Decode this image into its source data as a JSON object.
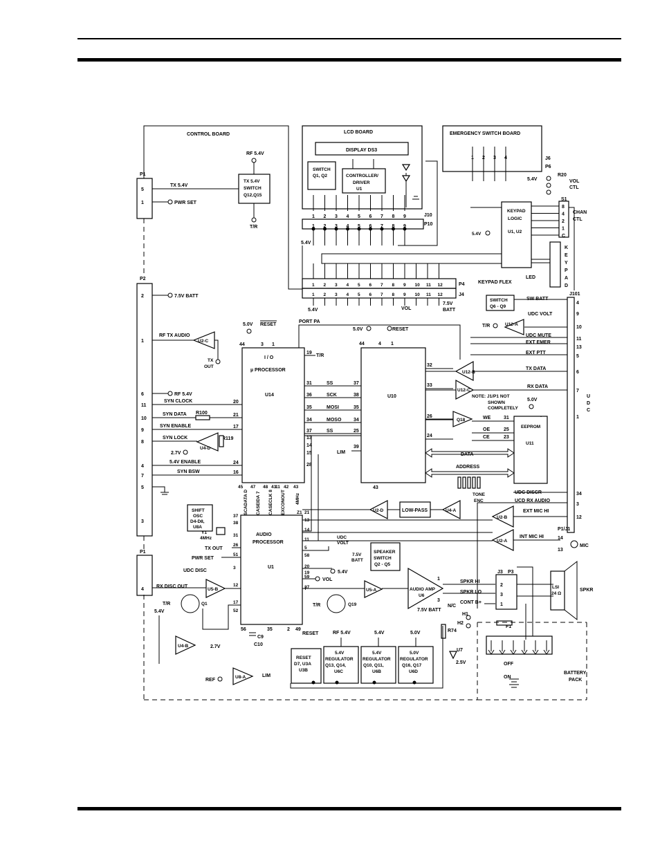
{
  "sections": {
    "control_board": "CONTROL BOARD",
    "lcd_board": "LCD BOARD",
    "emergency_switch_board": "EMERGENCY SWITCH BOARD",
    "keypad_flex": "KEYPAD FLEX",
    "battery_pack": "BATTERY PACK",
    "note": "NOTE: J1/P1 NOT SHOWN COMPLETELY"
  },
  "blocks": {
    "display": "DISPLAY DS3",
    "switch_q1q2": [
      "SWITCH",
      "Q1, Q2"
    ],
    "controller": [
      "CONTROLLER/",
      "DRIVER",
      "U1"
    ],
    "tx_switch": [
      "TX 5.4V",
      "SWITCH",
      "Q12,Q15"
    ],
    "keypad_logic": [
      "KEYPAD",
      "LOGIC",
      "U1, U2"
    ],
    "keypad_vert": [
      "K",
      "E",
      "Y",
      "P",
      "A",
      "D"
    ],
    "switch_q6q9": [
      "SWITCH",
      "Q6 - Q9"
    ],
    "u14_io": "I / O",
    "u14_name": "µ PROCESSOR",
    "u14_ref": "U14",
    "u10_ref": "U10",
    "eeprom": [
      "EEPROM",
      "U11"
    ],
    "audio_proc": [
      "AUDIO",
      "PROCESSOR",
      "U1"
    ],
    "shift_osc": [
      "SHIFT",
      "OSC",
      "D4-D8,",
      "U8A"
    ],
    "low_pass": "LOW-PASS",
    "speaker_switch": [
      "SPEAKER",
      "SWITCH",
      "Q2 - Q5"
    ],
    "audio_amp": [
      "AUDIO AMP",
      "U6"
    ],
    "reset_block": [
      "RESET",
      "D7, U3A",
      "U3B"
    ],
    "reg_a": [
      "5.4V",
      "REGULATOR",
      "Q13, Q14,",
      "U6C"
    ],
    "reg_b": [
      "5.4V",
      "REGULATOR",
      "Q10, Q11,",
      "U6B"
    ],
    "reg_c": [
      "5.0V",
      "REGULATOR",
      "Q16, Q17",
      "U6D"
    ],
    "speaker": [
      "LSI",
      "24 Ω"
    ],
    "speaker_label": "SPKR",
    "mic_label": "MIC",
    "udc_vert": [
      "U",
      "D",
      "C"
    ]
  },
  "connectors": {
    "p1": "P1",
    "p2": "P2",
    "p1b": "P1",
    "j10": "J10",
    "p10": "P10",
    "j6": "J6",
    "p6": "P6",
    "r20": "R20",
    "s1": "S1",
    "p4": "P4",
    "j4": "J4",
    "j101": "J101",
    "j3": "J3",
    "p3": "P3",
    "p1j1": "P1/J1",
    "h1": "H1",
    "h2": "H2",
    "f1": "F1",
    "r74": "R74",
    "u7": "U7",
    "off": "OFF",
    "on": "ON"
  },
  "opamps": {
    "u2c": "U2-C",
    "u4d": "U4-D",
    "u5b": "U5-B",
    "u4b": "U4-B",
    "u8a": "U8-A",
    "u12a": "U12-A",
    "u12b": "U12-B",
    "u12c": "U12-C",
    "u2d": "U2-D",
    "u4a": "U4-A",
    "u2b": "U2-B",
    "u2a": "U2-A",
    "u5a": "U5-A",
    "q18": "Q18",
    "q1": "Q1",
    "q19": "Q19"
  },
  "signals": {
    "rf54": "RF 5.4V",
    "tx54": "TX 5.4V",
    "pwr_set": "PWR SET",
    "tr": "T/R",
    "batt75": "7.5V BATT",
    "rf_tx_audio": "RF TX AUDIO",
    "tx_out": [
      "TX",
      "OUT"
    ],
    "syn_clock": "SYN CLOCK",
    "syn_data": "SYN DATA",
    "r100": "R100",
    "syn_enable": "SYN ENABLE",
    "syn_lock": "SYN LOCK",
    "r119": "R119",
    "v27": "2.7V",
    "enable54": "5.4V ENABLE",
    "syn_bsw": "SYN BSW",
    "y1": [
      "Y1",
      "4MHz"
    ],
    "tx_out2": "TX OUT",
    "pwr_set2": "PWR SET",
    "udc_disc": "UDC DISC",
    "rx_disc_out": "RX DISC OUT",
    "v54": "5.4V",
    "v27b": "2.7V",
    "ref": "REF",
    "lim": "LIM",
    "c9": "C9",
    "c10": "C10",
    "reset": "RESET",
    "v50": "5.0V",
    "port_pa": "PORT PA",
    "ss": "SS",
    "sck": "SCK",
    "mosi": "MOSI",
    "moso": "MOSO",
    "ss2": "SS",
    "lim2": "LIM",
    "we": "WE",
    "oe": "OE",
    "ce": "CE",
    "data": "DATA",
    "address": "ADDRESS",
    "tone_enc": [
      "TONE",
      "ENC"
    ],
    "vol": "VOL",
    "vol2": "VOL",
    "chan_ctl": [
      "CHAN",
      "CTL"
    ],
    "vol_ctl": [
      "VOL",
      "CTL"
    ],
    "led": "LED",
    "sw_batt": "SW BATT",
    "udc_volt": "UDC VOLT",
    "udc_mute": "UDC MUTE",
    "ext_emer": "EXT EMER",
    "ext_ptt": "EXT PTT",
    "tx_data": "TX DATA",
    "rx_data": "RX DATA",
    "udc_discr": "UDC DISCR",
    "ucd_rx_audio": "UCD RX AUDIO",
    "ext_mic_hi": "EXT MIC HI",
    "int_mic_hi": "INT MIC HI",
    "spkr_hi": "SPKR HI",
    "spkr_lo": "SPKR LO",
    "cont_b": "CONT B+",
    "nc": "N/C",
    "udc_volt2": [
      "UDC",
      "VOLT"
    ],
    "batt75b": [
      "7.5V",
      "BATT"
    ],
    "v25": "2.5V",
    "v54b": "5.4V",
    "batt75c": "7.5V BATT",
    "mhz4": "4MHz",
    "pins_vert": [
      "SCADATA D",
      "CASEIDA 7",
      "CASECLK 8",
      "EXCONOUT"
    ],
    "z1": "Z1"
  },
  "pins": {
    "p1": [
      "5",
      "1"
    ],
    "p2": [
      "2",
      "1",
      "6",
      "11",
      "10",
      "9",
      "8",
      "4",
      "7",
      "5",
      "3"
    ],
    "p1b": [
      "4"
    ],
    "lcd_top": [
      "1",
      "2",
      "3",
      "4",
      "5",
      "6",
      "7",
      "8",
      "9"
    ],
    "lcd_bot": [
      "1",
      "2",
      "3",
      "4",
      "5",
      "6",
      "7",
      "8",
      "9"
    ],
    "esw": [
      "1",
      "2",
      "3",
      "4"
    ],
    "s1": [
      "8",
      "4",
      "2",
      "1",
      "C"
    ],
    "flex_top": [
      "1",
      "2",
      "3",
      "4",
      "5",
      "6",
      "7",
      "8",
      "9",
      "10",
      "11",
      "12"
    ],
    "flex_bot": [
      "1",
      "2",
      "3",
      "4",
      "5",
      "6",
      "7",
      "8",
      "9",
      "10",
      "11",
      "12"
    ],
    "j101": [
      "4",
      "9",
      "10",
      "11",
      "13",
      "5",
      "6",
      "7",
      "1",
      "34",
      "3",
      "12"
    ],
    "u14_left": [
      "20",
      "21",
      "17",
      "24",
      "16"
    ],
    "u14_top": [
      "44",
      "3",
      "1"
    ],
    "u14_right": [
      "19",
      "31",
      "36",
      "35",
      "34",
      "37",
      "13",
      "14",
      "15",
      "28"
    ],
    "u14_bot": [
      "45",
      "47",
      "48",
      "43",
      "11",
      "42",
      "43"
    ],
    "u10_top": [
      "44",
      "4",
      "1"
    ],
    "u10_left": [
      "37",
      "38",
      "35",
      "34",
      "25",
      "39"
    ],
    "u10_right": [
      "32",
      "33",
      "26",
      "24"
    ],
    "u11": [
      "31",
      "25",
      "23"
    ],
    "ap_left": [
      "37",
      "38",
      "31",
      "26",
      "51",
      "3",
      "12",
      "17",
      "52"
    ],
    "ap_right": [
      "21",
      "13",
      "14",
      "11",
      "5",
      "58",
      "20",
      "19",
      "59",
      "27",
      "7"
    ],
    "ap_bot": [
      "56",
      "35",
      "2",
      "49"
    ],
    "j3": [
      "2",
      "3",
      "1"
    ],
    "amp": [
      "1",
      "3"
    ],
    "mic": [
      "14",
      "13"
    ]
  },
  "footer": {}
}
